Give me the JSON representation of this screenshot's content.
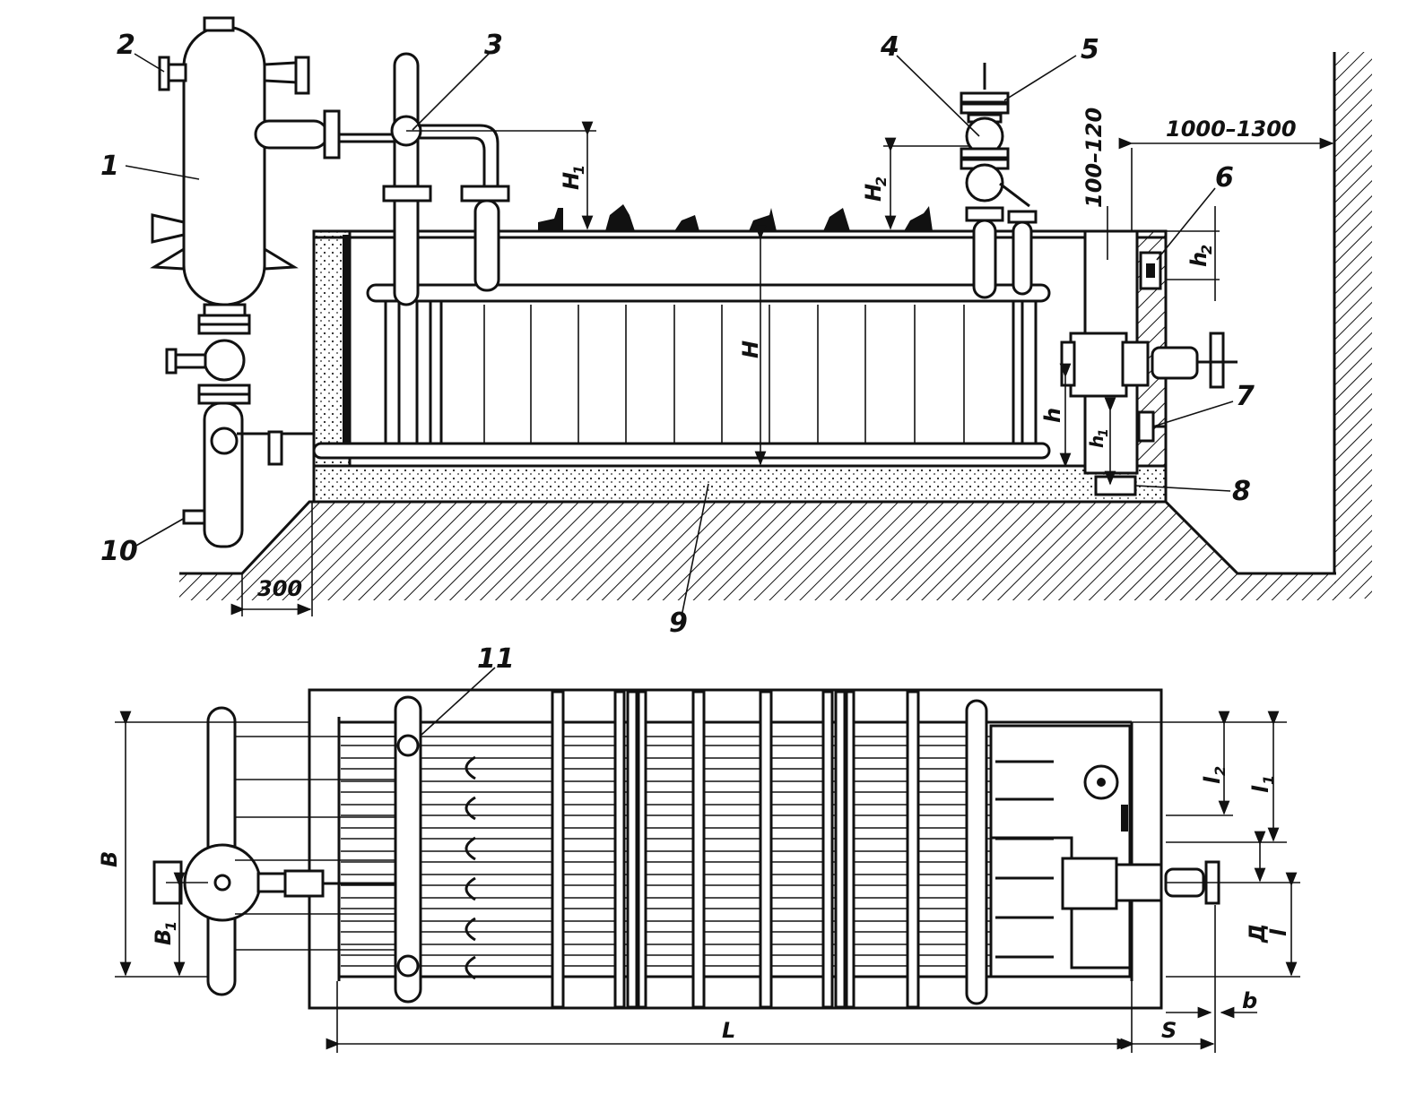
{
  "figure": {
    "elevation_view": {
      "callouts": [
        "1",
        "2",
        "3",
        "4",
        "5",
        "6",
        "7",
        "8",
        "9",
        "10"
      ],
      "dimensions": {
        "wall_clearance": "1000–1300",
        "top_gap": "100–120",
        "base_offset": "300",
        "H": "H",
        "H1": "H",
        "H1_sub": "1",
        "H2": "H",
        "H2_sub": "2",
        "h": "h",
        "h1": "h",
        "h1_sub": "1",
        "h2": "h",
        "h2_sub": "2"
      }
    },
    "plan_view": {
      "callouts": [
        "11"
      ],
      "dimensions": {
        "L": "L",
        "B": "B",
        "B1": "B",
        "B1_sub": "1",
        "l": "l",
        "l1": "l",
        "l1_sub": "1",
        "l2": "l",
        "l2_sub": "2",
        "delta": "Д",
        "S": "S",
        "b": "b"
      }
    }
  }
}
